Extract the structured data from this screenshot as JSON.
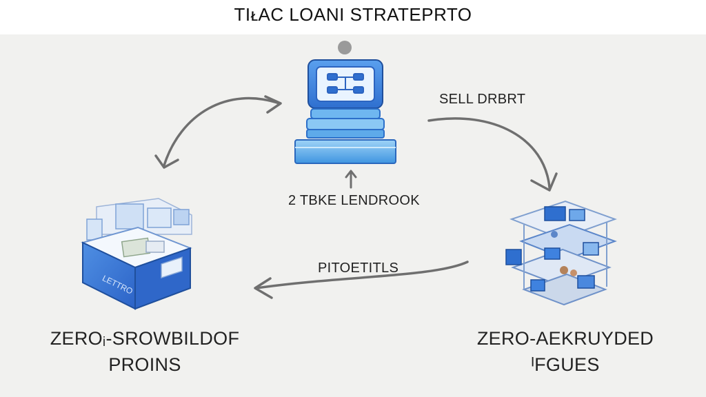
{
  "title": "TIᴌAC LOANI STRATEPRTO",
  "nodes": {
    "top": {
      "label": "2 TBKE LENDROOK",
      "icon": "server-computer-icon"
    },
    "left": {
      "label_line1": "ZEROᵢ-SROWBILDOF",
      "label_line2": "PROINS",
      "box_text": "LETTRO",
      "icon": "isometric-box-icon"
    },
    "right": {
      "label_line1": "ZERO-AEKRUYDED",
      "label_line2": "ᴵFGUES",
      "icon": "isometric-network-icon"
    }
  },
  "edges": {
    "top_to_right": "SELL DRBRT",
    "right_to_left": "PITOETITLS"
  },
  "colors": {
    "background": "#f1f1ef",
    "accent_blue": "#3d7fd6",
    "light_blue": "#8cc4f0",
    "arrow": "#6f6f6f"
  }
}
